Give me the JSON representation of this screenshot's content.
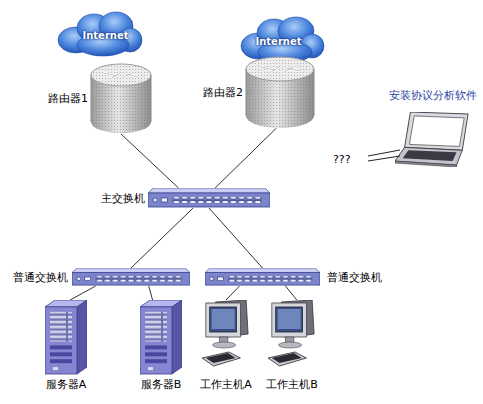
{
  "diagram": {
    "nodes": [
      {
        "text": [
          "Internet"
        ]
      },
      {
        "text": [
          "Internet"
        ]
      },
      {
        "text": [
          "路由器1"
        ]
      },
      {
        "text": [
          "路由器2"
        ]
      },
      {
        "text": [
          "安装协议分析软件"
        ]
      },
      {
        "text": [
          "主交换机"
        ]
      },
      {
        "text": [
          "普通交换机"
        ]
      },
      {
        "text": [
          "普通交换机"
        ]
      },
      {
        "text": [
          "服务器A"
        ]
      },
      {
        "text": [
          "服务器B"
        ]
      },
      {
        "text": [
          "工作主机A"
        ]
      },
      {
        "text": [
          "工作主机B"
        ]
      }
    ],
    "edges": [
      {
        "from": 2,
        "to": 5,
        "arrow": "none"
      },
      {
        "from": 3,
        "to": 5,
        "arrow": "none"
      },
      {
        "from": 5,
        "to": 6,
        "arrow": "none"
      },
      {
        "from": 5,
        "to": 7,
        "arrow": "none"
      },
      {
        "from": 6,
        "to": 8,
        "arrow": "none"
      },
      {
        "from": 6,
        "to": 9,
        "arrow": "none"
      },
      {
        "from": 7,
        "to": 10,
        "arrow": "none"
      },
      {
        "from": 7,
        "to": 11,
        "arrow": "none"
      }
    ],
    "labels": [
      "???"
    ]
  }
}
